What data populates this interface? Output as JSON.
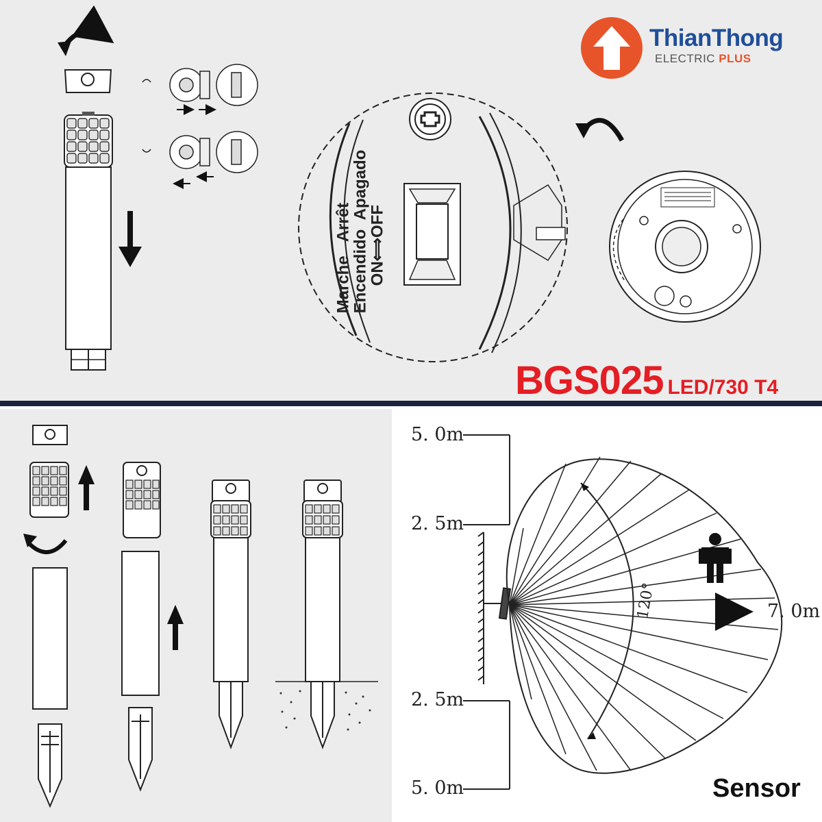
{
  "brand": {
    "name": "ThianThong",
    "sub_main": "ELECTRIC ",
    "sub_accent": "PLUS",
    "accent_color": "#e8542a",
    "name_color": "#1f4e9a",
    "logo_icon": "arrow-up-circle-icon"
  },
  "product": {
    "model_code": "BGS025",
    "model_suffix": "LED/730 T4",
    "color": "#e31e24"
  },
  "switch_detail": {
    "french": "Marche",
    "french_off": "Arrêt",
    "spanish": "Encendido",
    "spanish_off": "Apagado",
    "on": "ON",
    "off": "OFF"
  },
  "detection": {
    "height_top": "5. 0m",
    "height_upper": "2. 5m",
    "height_lower": "2. 5m",
    "height_bottom": "5. 0m",
    "range": "7. 0m",
    "angle": "120°",
    "label": "Sensor"
  }
}
